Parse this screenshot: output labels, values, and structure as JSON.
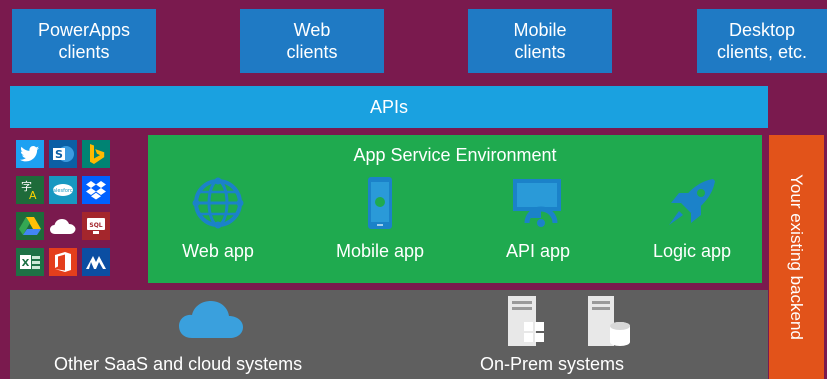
{
  "clients": [
    {
      "line1": "PowerApps",
      "line2": "clients"
    },
    {
      "line1": "Web",
      "line2": "clients"
    },
    {
      "line1": "Mobile",
      "line2": "clients"
    },
    {
      "line1": "Desktop",
      "line2": "clients, etc."
    }
  ],
  "apis_label": "APIs",
  "logos": [
    "twitter-icon",
    "sharepoint-icon",
    "bing-icon",
    "translator-icon",
    "salesforce-icon",
    "dropbox-icon",
    "google-drive-icon",
    "onedrive-icon",
    "sql-server-icon",
    "excel-icon",
    "office-icon",
    "dynamics-icon"
  ],
  "ase": {
    "title": "App Service Environment",
    "apps": [
      {
        "label": "Web app",
        "icon": "globe-icon"
      },
      {
        "label": "Mobile app",
        "icon": "phone-icon"
      },
      {
        "label": "API app",
        "icon": "api-monitor-icon"
      },
      {
        "label": "Logic app",
        "icon": "rocket-icon"
      }
    ]
  },
  "backend_label": "Your existing backend",
  "bottom": {
    "saas_label": "Other SaaS and cloud systems",
    "onprem_label": "On-Prem systems"
  },
  "colors": {
    "frame": "#7a1a4e",
    "clients": "#1f7ac4",
    "apis": "#1aa1e0",
    "ase": "#1faa4f",
    "app_icons": "#1b82c9",
    "backend": "#e2531a",
    "bottom": "#5f5f5f"
  }
}
